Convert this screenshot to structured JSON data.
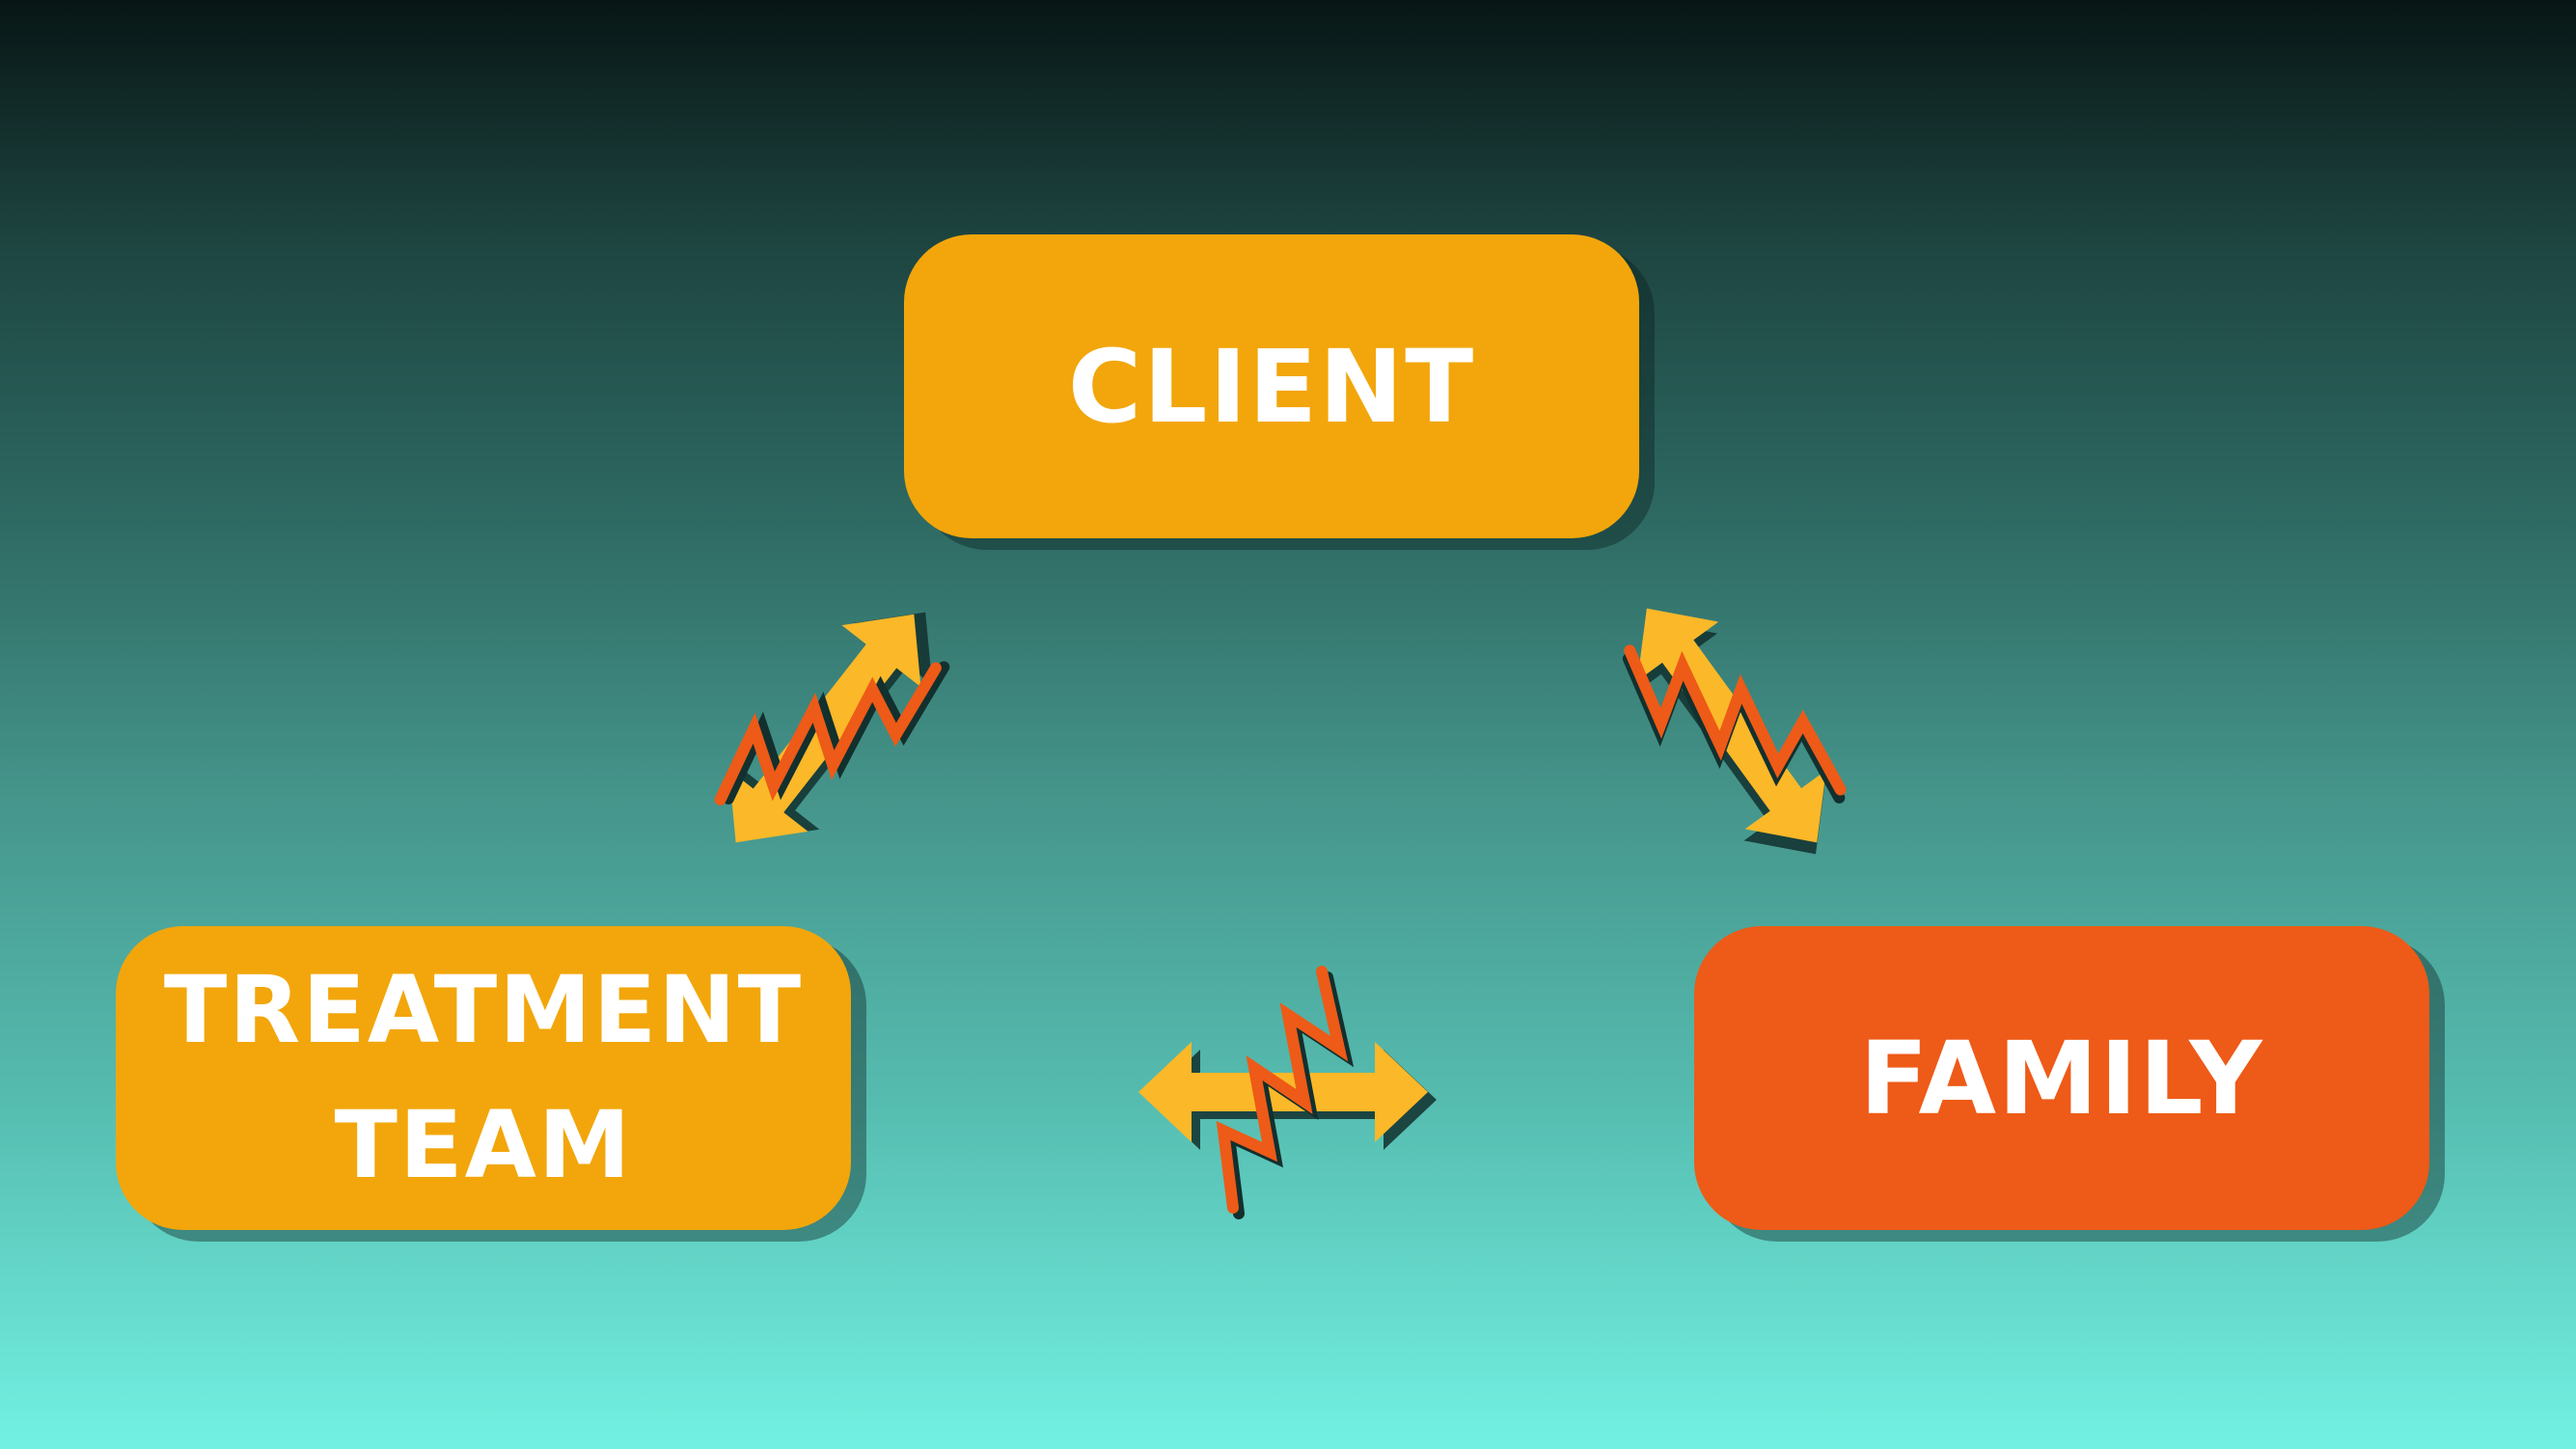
{
  "colors": {
    "amber": "#f2a60b",
    "orange": "#ee5a17",
    "arrow_yellow": "#fbb829",
    "zigzag_orange": "#ee5a17",
    "shadow": "#12302e"
  },
  "nodes": {
    "client": {
      "label": "CLIENT"
    },
    "treatment_team": {
      "label": "TREATMENT\nTEAM"
    },
    "family": {
      "label": "FAMILY"
    }
  },
  "links": [
    {
      "name": "client-treatment-team",
      "icon": "double-arrow-with-zigzag"
    },
    {
      "name": "client-family",
      "icon": "double-arrow-with-zigzag"
    },
    {
      "name": "treatment-team-family",
      "icon": "double-arrow-with-zigzag"
    }
  ]
}
